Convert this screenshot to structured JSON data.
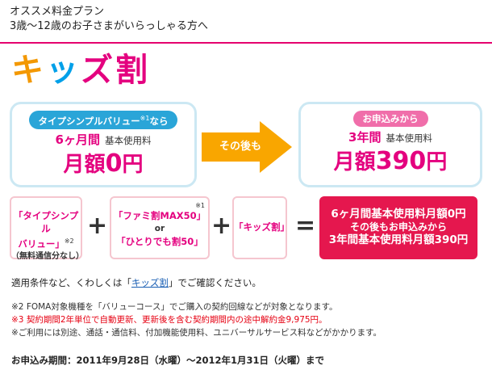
{
  "header": {
    "title": "オススメ料金プラン",
    "subtitle": "3歳〜12歳のお子さまがいらっしゃる方へ"
  },
  "logo": {
    "chars": [
      "キ",
      "ッ",
      "ズ",
      "割"
    ],
    "colors": [
      "#f39800",
      "#00a0e9",
      "#e4007f",
      "#e4007f"
    ]
  },
  "left_box": {
    "pill": "タイプシンプルバリュー",
    "pill_note": "※1",
    "pill_suffix": "なら",
    "duration": "6ヶ月間",
    "duration_sub": "基本使用料",
    "price_prefix": "月額",
    "price_value": "0",
    "price_unit": "円"
  },
  "arrow": {
    "label": "その後も"
  },
  "right_box": {
    "pill": "お申込みから",
    "duration": "3年間",
    "duration_sub": "基本使用料",
    "price_prefix": "月額",
    "price_value": "390",
    "price_unit": "円"
  },
  "formula": {
    "box1": {
      "line1": "「タイプシンプル",
      "line2": "バリュー」",
      "note": "※2",
      "line3": "（無料通信分なし）"
    },
    "box2": {
      "note": "※1",
      "line1": "「ファミ割MAX50」",
      "or": "or",
      "line2": "「ひとりでも割50」"
    },
    "box3": {
      "label": "「キッズ割」"
    },
    "plus": "+",
    "equals": "=",
    "result": {
      "line1": "6ヶ月間基本使用料月額0円",
      "line2": "その後もお申込みから",
      "line3": "3年間基本使用料月額390円"
    }
  },
  "apply": {
    "prefix": "適用条件など、くわしくは「",
    "link": "キッズ割",
    "suffix": "」でご確認ください。"
  },
  "notes": {
    "n1": "※2 FOMA対象機種を「バリューコース」でご購入の契約回線などが対象となります。",
    "n2": "※3 契約期間2年単位で自動更新、更新後を含む契約期間内の途中解約金9,975円。",
    "n3": "※ご利用には別途、通話・通信料、付加機能使用料、ユニバーサルサービス料などがかかります。"
  },
  "period": "お申込み期間：2011年9月28日（水曜）〜2012年1月31日（火曜）まで",
  "colors": {
    "accent": "#e4007f",
    "arrow": "#f9a600",
    "box_border": "#cce8f3",
    "result_bg": "#e5174e"
  }
}
